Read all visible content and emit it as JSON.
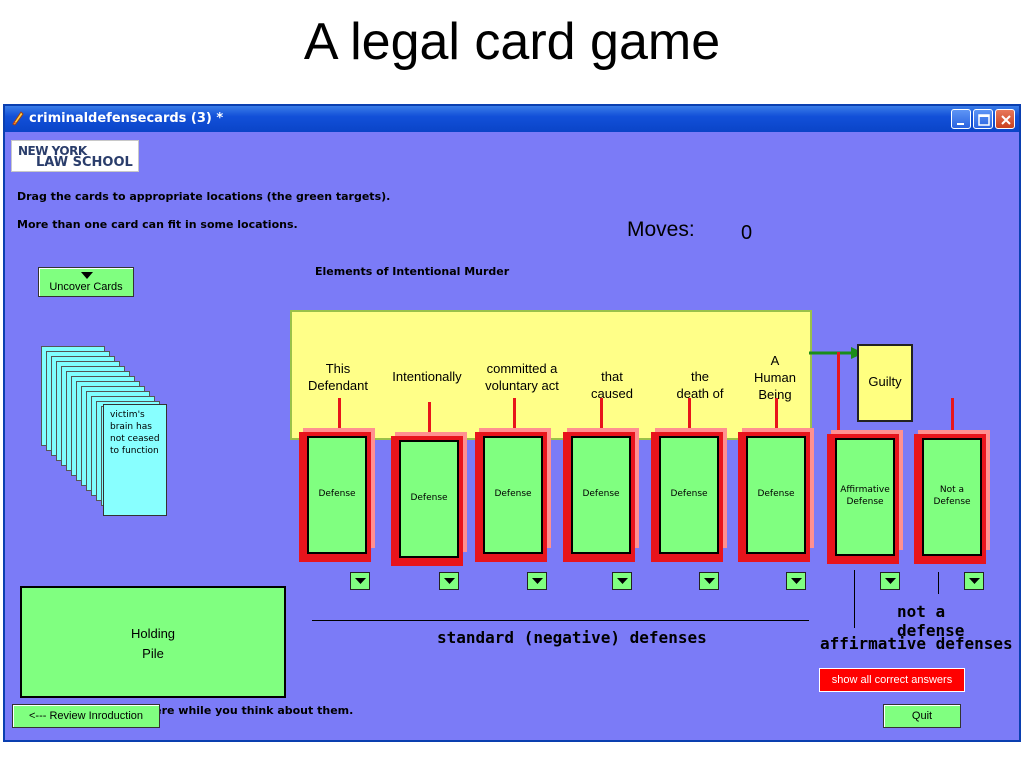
{
  "slide": {
    "title": "A legal card game"
  },
  "window": {
    "title": "criminaldefensecards (3) *",
    "controls": [
      "minimize-icon",
      "maximize-icon",
      "close-icon"
    ]
  },
  "logo": {
    "line1": "NEW YORK",
    "line2": "LAW SCHOOL"
  },
  "instructions": {
    "line1": "Drag the cards to appropriate locations (the green targets).",
    "line2": "More than one card can fit in some locations."
  },
  "moves": {
    "label": "Moves:",
    "value": "0"
  },
  "uncover_button": {
    "label": "Uncover Cards"
  },
  "deck": {
    "top_card": "victim's brain has not ceased to function"
  },
  "elements": {
    "heading": "Elements of Intentional Murder",
    "items": [
      {
        "label": "This\nDefendant"
      },
      {
        "label": "Intentionally"
      },
      {
        "label": "committed a\nvoluntary act"
      },
      {
        "label": "that\ncaused"
      },
      {
        "label": "the\ndeath of"
      },
      {
        "label": "A\nHuman\nBeing"
      }
    ]
  },
  "guilty": {
    "label": "Guilty"
  },
  "defense_slots": [
    {
      "label": "Defense"
    },
    {
      "label": "Defense"
    },
    {
      "label": "Defense"
    },
    {
      "label": "Defense"
    },
    {
      "label": "Defense"
    },
    {
      "label": "Defense"
    },
    {
      "label": "Affirmative Defense"
    },
    {
      "label": "Not a Defense"
    }
  ],
  "holding_pile": {
    "label": "Holding\nPile",
    "caption": "You can place cards here while you think about them."
  },
  "group_labels": {
    "standard": "standard (negative) defenses",
    "affirmative": "affirmative defenses",
    "not_defense": "not a defense"
  },
  "buttons": {
    "show_answers": "show all correct answers",
    "review": "<--- Review Inroduction",
    "quit": "Quit"
  },
  "colors": {
    "window_bg": "#7b7bf7",
    "target_green": "#80ff80",
    "elements_yellow": "#ffff88",
    "slot_red": "#e8141c",
    "arrow_green": "#1a8c1a"
  }
}
